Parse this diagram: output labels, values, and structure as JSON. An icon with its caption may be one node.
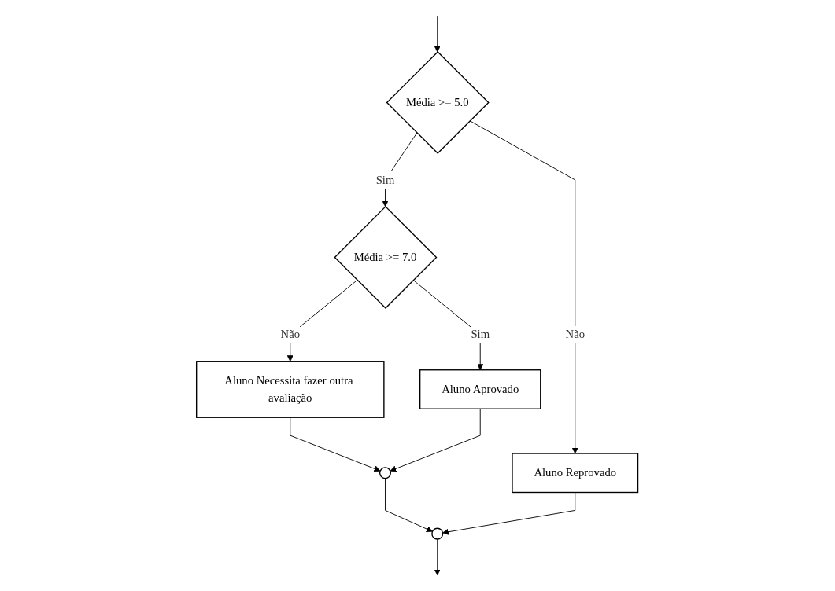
{
  "diagram": {
    "nodes": [
      {
        "text": [
          "Média >= 5.0"
        ]
      },
      {
        "text": [
          "Aluno Reprovado"
        ]
      },
      {
        "text": [
          "Média >= 7.0"
        ]
      },
      {
        "text": [
          "Aluno Necessita fazer outra avaliação"
        ]
      },
      {
        "text": [
          "Aluno Aprovado"
        ]
      },
      {
        "text": [],
        "shape": "circle"
      },
      {
        "text": [],
        "shape": "circle"
      }
    ],
    "edges": [
      {
        "from": null,
        "to": 0,
        "arrow": "to"
      },
      {
        "from": 0,
        "to": 1,
        "label": "Não",
        "arrow": "to"
      },
      {
        "from": 0,
        "to": 2,
        "label": "Sim",
        "arrow": "to"
      },
      {
        "from": 2,
        "to": 4,
        "label": "Sim",
        "arrow": "to"
      },
      {
        "from": 2,
        "to": 3,
        "label": "Não",
        "arrow": "to"
      },
      {
        "from": 3,
        "to": 5,
        "arrow": "to"
      },
      {
        "from": 4,
        "to": 5,
        "arrow": "to"
      },
      {
        "from": 5,
        "to": 6,
        "arrow": "to"
      },
      {
        "from": 1,
        "to": 6,
        "arrow": "to"
      },
      {
        "from": 6,
        "to": null,
        "arrow": "to"
      }
    ]
  }
}
